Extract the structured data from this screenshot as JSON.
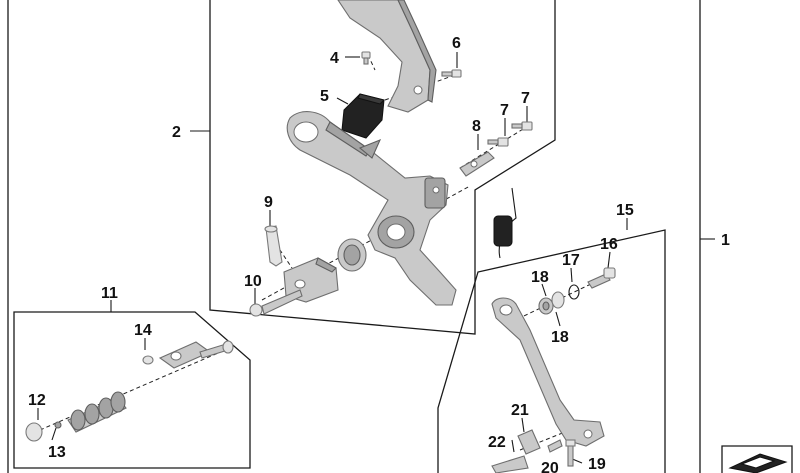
{
  "diagram": {
    "callouts": [
      {
        "id": "c1",
        "text": "1"
      },
      {
        "id": "c2",
        "text": "2"
      },
      {
        "id": "c4",
        "text": "4"
      },
      {
        "id": "c5",
        "text": "5"
      },
      {
        "id": "c6",
        "text": "6"
      },
      {
        "id": "c7a",
        "text": "7"
      },
      {
        "id": "c7b",
        "text": "7"
      },
      {
        "id": "c8",
        "text": "8"
      },
      {
        "id": "c9",
        "text": "9"
      },
      {
        "id": "c10",
        "text": "10"
      },
      {
        "id": "c11",
        "text": "11"
      },
      {
        "id": "c12",
        "text": "12"
      },
      {
        "id": "c13",
        "text": "13"
      },
      {
        "id": "c14",
        "text": "14"
      },
      {
        "id": "c15",
        "text": "15"
      },
      {
        "id": "c16",
        "text": "16"
      },
      {
        "id": "c17",
        "text": "17"
      },
      {
        "id": "c18a",
        "text": "18"
      },
      {
        "id": "c18b",
        "text": "18"
      },
      {
        "id": "c19",
        "text": "19"
      },
      {
        "id": "c20",
        "text": "20"
      },
      {
        "id": "c21",
        "text": "21"
      },
      {
        "id": "c22",
        "text": "22"
      }
    ]
  }
}
